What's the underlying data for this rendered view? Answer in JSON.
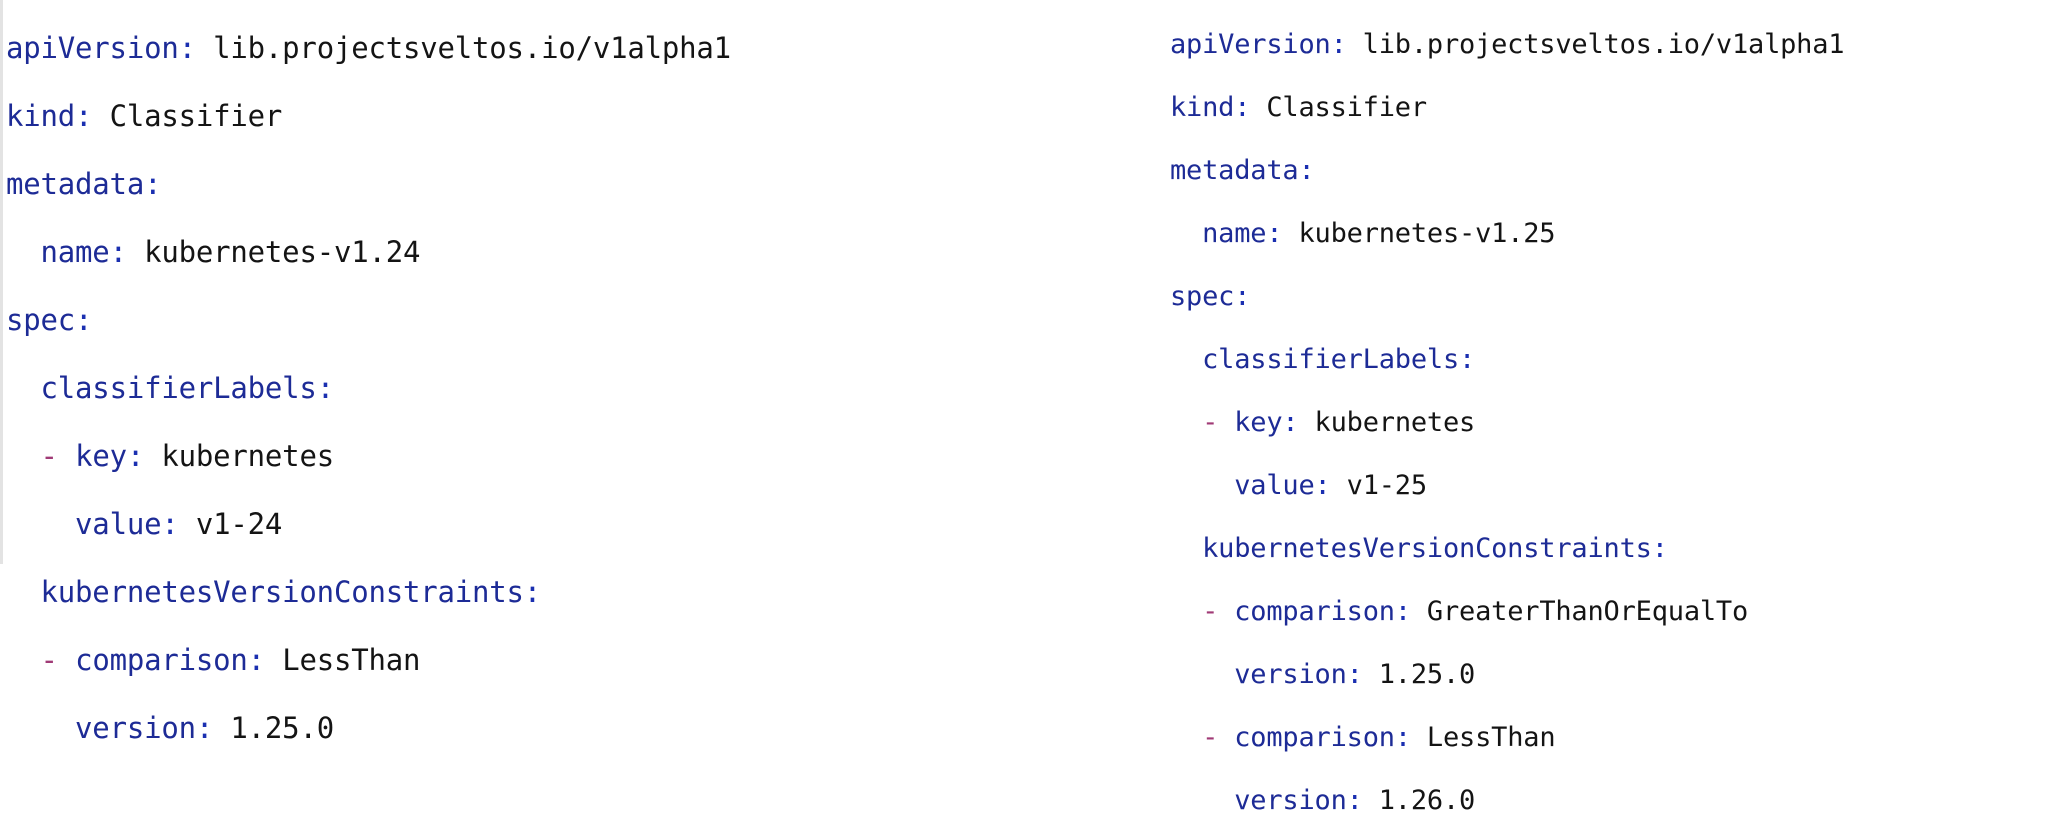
{
  "document": {
    "kind": "yaml-code-listing",
    "background_color": "#ffffff",
    "colors": {
      "key": "#1d2b96",
      "colon": "#1a2fb0",
      "value": "#141414",
      "dash": "#a03a76",
      "left_rule": "#e3e3e3"
    }
  },
  "blocks": [
    {
      "id": "classifier-kubernetes-v1-24",
      "name": "kubernetes-v1.24",
      "lines": [
        {
          "indent": 0,
          "dash": false,
          "key": "apiVersion",
          "value": "lib.projectsveltos.io/v1alpha1"
        },
        {
          "indent": 0,
          "dash": false,
          "key": "kind",
          "value": "Classifier"
        },
        {
          "indent": 0,
          "dash": false,
          "key": "metadata",
          "value": ""
        },
        {
          "indent": 1,
          "dash": false,
          "key": "name",
          "value": "kubernetes-v1.24"
        },
        {
          "indent": 0,
          "dash": false,
          "key": "spec",
          "value": ""
        },
        {
          "indent": 1,
          "dash": false,
          "key": "classifierLabels",
          "value": ""
        },
        {
          "indent": 1,
          "dash": true,
          "key": "key",
          "value": "kubernetes"
        },
        {
          "indent": 2,
          "dash": false,
          "key": "value",
          "value": "v1-24"
        },
        {
          "indent": 1,
          "dash": false,
          "key": "kubernetesVersionConstraints",
          "value": ""
        },
        {
          "indent": 1,
          "dash": true,
          "key": "comparison",
          "value": "LessThan"
        },
        {
          "indent": 2,
          "dash": false,
          "key": "version",
          "value": "1.25.0"
        }
      ]
    },
    {
      "id": "classifier-kubernetes-v1-25",
      "name": "kubernetes-v1.25",
      "lines": [
        {
          "indent": 0,
          "dash": false,
          "key": "apiVersion",
          "value": "lib.projectsveltos.io/v1alpha1"
        },
        {
          "indent": 0,
          "dash": false,
          "key": "kind",
          "value": "Classifier"
        },
        {
          "indent": 0,
          "dash": false,
          "key": "metadata",
          "value": ""
        },
        {
          "indent": 1,
          "dash": false,
          "key": "name",
          "value": "kubernetes-v1.25"
        },
        {
          "indent": 0,
          "dash": false,
          "key": "spec",
          "value": ""
        },
        {
          "indent": 1,
          "dash": false,
          "key": "classifierLabels",
          "value": ""
        },
        {
          "indent": 1,
          "dash": true,
          "key": "key",
          "value": "kubernetes"
        },
        {
          "indent": 2,
          "dash": false,
          "key": "value",
          "value": "v1-25"
        },
        {
          "indent": 1,
          "dash": false,
          "key": "kubernetesVersionConstraints",
          "value": ""
        },
        {
          "indent": 1,
          "dash": true,
          "key": "comparison",
          "value": "GreaterThanOrEqualTo"
        },
        {
          "indent": 2,
          "dash": false,
          "key": "version",
          "value": "1.25.0"
        },
        {
          "indent": 1,
          "dash": true,
          "key": "comparison",
          "value": "LessThan"
        },
        {
          "indent": 2,
          "dash": false,
          "key": "version",
          "value": "1.26.0"
        }
      ]
    }
  ]
}
